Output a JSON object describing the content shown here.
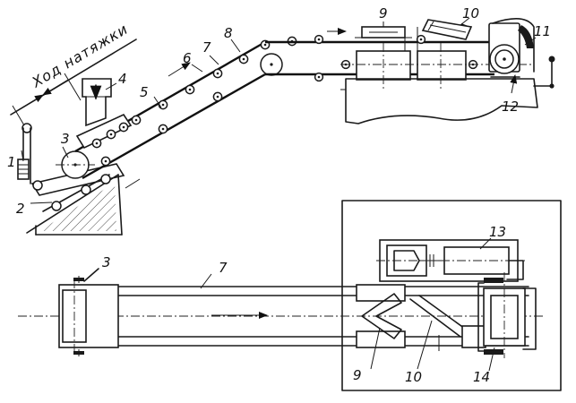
{
  "diagram": {
    "stroke_color": "#1a1a1a",
    "background": "#ffffff",
    "side_view": {
      "caption": "Ход натяжки",
      "labels": [
        "1",
        "2",
        "3",
        "4",
        "5",
        "6",
        "7",
        "8",
        "9",
        "10",
        "11",
        "12"
      ]
    },
    "plan_view": {
      "labels": [
        "3",
        "7",
        "9",
        "10",
        "13",
        "14"
      ]
    }
  }
}
